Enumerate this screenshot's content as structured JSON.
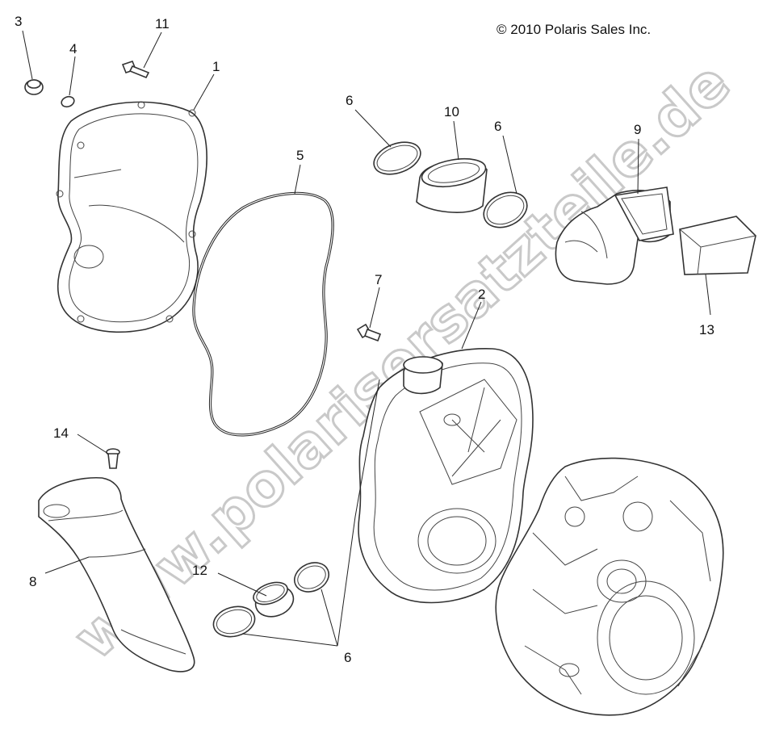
{
  "copyright": "© 2010 Polaris Sales Inc.",
  "watermark": "www.polarisersatzteile.de",
  "callouts": [
    {
      "id": "callout-3",
      "text": "3"
    },
    {
      "id": "callout-11",
      "text": "11"
    },
    {
      "id": "callout-4",
      "text": "4"
    },
    {
      "id": "callout-1",
      "text": "1"
    },
    {
      "id": "callout-5",
      "text": "5"
    },
    {
      "id": "callout-6-a",
      "text": "6"
    },
    {
      "id": "callout-10",
      "text": "10"
    },
    {
      "id": "callout-6-b",
      "text": "6"
    },
    {
      "id": "callout-9",
      "text": "9"
    },
    {
      "id": "callout-7",
      "text": "7"
    },
    {
      "id": "callout-2",
      "text": "2"
    },
    {
      "id": "callout-13",
      "text": "13"
    },
    {
      "id": "callout-14",
      "text": "14"
    },
    {
      "id": "callout-8",
      "text": "8"
    },
    {
      "id": "callout-12",
      "text": "12"
    },
    {
      "id": "callout-6-c",
      "text": "6"
    }
  ]
}
